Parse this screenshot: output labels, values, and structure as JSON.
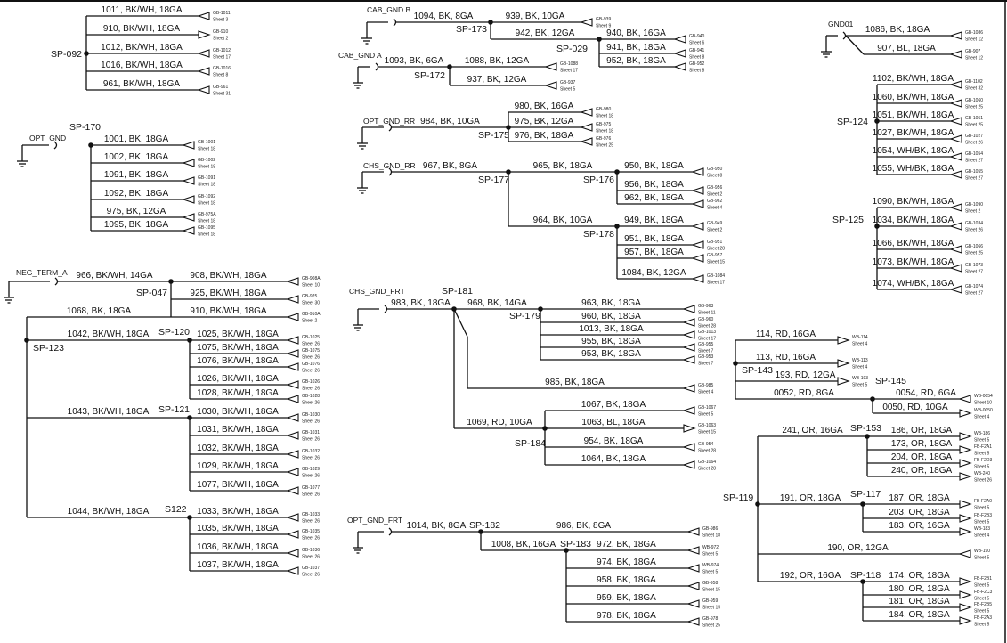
{
  "grounds": [
    "OPT_GND",
    "CAB_GND B",
    "CAB_GND A",
    "OPT_GND_RR",
    "CHS_GND_RR",
    "GND01",
    "NEG_TERM_A",
    "CHS_GND_FRT",
    "OPT_GND_FRT"
  ],
  "splices": [
    "SP-092",
    "SP-170",
    "SP-173",
    "SP-029",
    "SP-172",
    "SP-175",
    "SP-177",
    "SP-176",
    "SP-178",
    "SP-124",
    "SP-125",
    "SP-047",
    "SP-123",
    "SP-120",
    "SP-121",
    "S122",
    "SP-181",
    "SP-179",
    "SP-184",
    "SP-182",
    "SP-183",
    "SP-143",
    "SP-145",
    "SP-153",
    "SP-117",
    "SP-119",
    "SP-118"
  ],
  "wires": [
    {
      "label": "1011, BK/WH, 18GA",
      "conn": "GB-1011",
      "sheet": "Sheet 3",
      "dir": "in"
    },
    {
      "label": "910, BK/WH, 18GA",
      "conn": "GB-910",
      "sheet": "Sheet 2",
      "dir": "out"
    },
    {
      "label": "1012, BK/WH, 18GA",
      "conn": "GB-1012",
      "sheet": "Sheet 17",
      "dir": "in"
    },
    {
      "label": "1016, BK/WH, 18GA",
      "conn": "GB-1016",
      "sheet": "Sheet 8",
      "dir": "in"
    },
    {
      "label": "961, BK/WH, 18GA",
      "conn": "GB-961",
      "sheet": "Sheet 31",
      "dir": "in"
    },
    {
      "label": "1001, BK, 18GA",
      "conn": "GB-1001",
      "sheet": "Sheet 18",
      "dir": "in"
    },
    {
      "label": "1002, BK, 18GA",
      "conn": "GB-1002",
      "sheet": "Sheet 18",
      "dir": "in"
    },
    {
      "label": "1091, BK, 18GA",
      "conn": "GB-1091",
      "sheet": "Sheet 18",
      "dir": "in"
    },
    {
      "label": "1092, BK, 18GA",
      "conn": "GB-1092",
      "sheet": "Sheet 18",
      "dir": "in"
    },
    {
      "label": "975, BK, 12GA",
      "conn": "GB-975A",
      "sheet": "Sheet 18",
      "dir": "in"
    },
    {
      "label": "1095, BK, 18GA",
      "conn": "GB-1095",
      "sheet": "Sheet 18",
      "dir": "in"
    },
    {
      "label": "1094, BK, 8GA"
    },
    {
      "label": "939, BK, 10GA",
      "conn": "GB-939",
      "sheet": "Sheet 9",
      "dir": "in"
    },
    {
      "label": "942, BK, 12GA"
    },
    {
      "label": "940, BK, 16GA",
      "conn": "GB-940",
      "sheet": "Sheet 6",
      "dir": "in"
    },
    {
      "label": "941, BK, 18GA",
      "conn": "GB-941",
      "sheet": "Sheet 8",
      "dir": "in"
    },
    {
      "label": "952, BK, 18GA",
      "conn": "GB-952",
      "sheet": "Sheet 8",
      "dir": "in"
    },
    {
      "label": "1093, BK, 6GA"
    },
    {
      "label": "1088, BK, 12GA",
      "conn": "GB-1088",
      "sheet": "Sheet 17",
      "dir": "in"
    },
    {
      "label": "937, BK, 12GA",
      "conn": "GB-937",
      "sheet": "Sheet 5",
      "dir": "in"
    },
    {
      "label": "984, BK, 10GA"
    },
    {
      "label": "980, BK, 16GA",
      "conn": "GB-980",
      "sheet": "Sheet 18",
      "dir": "in"
    },
    {
      "label": "975, BK, 12GA",
      "conn": "GB-975",
      "sheet": "Sheet 18",
      "dir": "in"
    },
    {
      "label": "976, BK, 18GA",
      "conn": "GB-976",
      "sheet": "Sheet 25",
      "dir": "in"
    },
    {
      "label": "967, BK, 8GA"
    },
    {
      "label": "965, BK, 18GA"
    },
    {
      "label": "950, BK, 18GA",
      "conn": "GB-950",
      "sheet": "Sheet 8",
      "dir": "in"
    },
    {
      "label": "956, BK, 18GA",
      "conn": "GB-956",
      "sheet": "Sheet 2",
      "dir": "in"
    },
    {
      "label": "962, BK, 18GA",
      "conn": "GB-962",
      "sheet": "Sheet 4",
      "dir": "in"
    },
    {
      "label": "964, BK, 10GA"
    },
    {
      "label": "949, BK, 18GA",
      "conn": "GB-949",
      "sheet": "Sheet 2",
      "dir": "in"
    },
    {
      "label": "951, BK, 18GA",
      "conn": "GB-951",
      "sheet": "Sheet 28",
      "dir": "in"
    },
    {
      "label": "957, BK, 18GA",
      "conn": "GB-957",
      "sheet": "Sheet 15",
      "dir": "in"
    },
    {
      "label": "1084, BK, 12GA",
      "conn": "GB-1084",
      "sheet": "Sheet 17",
      "dir": "in"
    },
    {
      "label": "1086, BK, 18GA",
      "conn": "GB-1086",
      "sheet": "Sheet 12",
      "dir": "in"
    },
    {
      "label": "907, BL, 18GA",
      "conn": "GB-907",
      "sheet": "Sheet 12",
      "dir": "in"
    },
    {
      "label": "1102, BK/WH, 18GA",
      "conn": "GB-1102",
      "sheet": "Sheet 32",
      "dir": "in"
    },
    {
      "label": "1060, BK/WH, 18GA",
      "conn": "GB-1060",
      "sheet": "Sheet 25",
      "dir": "in"
    },
    {
      "label": "1051, BK/WH, 18GA",
      "conn": "GB-1051",
      "sheet": "Sheet 25",
      "dir": "in"
    },
    {
      "label": "1027, BK/WH, 18GA",
      "conn": "GB-1027",
      "sheet": "Sheet 26",
      "dir": "in"
    },
    {
      "label": "1054, WH/BK, 18GA",
      "conn": "GB-1054",
      "sheet": "Sheet 27",
      "dir": "in"
    },
    {
      "label": "1055, WH/BK, 18GA",
      "conn": "GB-1055",
      "sheet": "Sheet 27",
      "dir": "in"
    },
    {
      "label": "1090, BK/WH, 18GA",
      "conn": "GB-1090",
      "sheet": "Sheet 2",
      "dir": "in"
    },
    {
      "label": "1034, BK/WH, 18GA",
      "conn": "GB-1034",
      "sheet": "Sheet 26",
      "dir": "in"
    },
    {
      "label": "1066, BK/WH, 18GA",
      "conn": "GB-1066",
      "sheet": "Sheet 25",
      "dir": "in"
    },
    {
      "label": "1073, BK/WH, 18GA",
      "conn": "GB-1073",
      "sheet": "Sheet 27",
      "dir": "in"
    },
    {
      "label": "1074, WH/BK, 18GA",
      "conn": "GB-1074",
      "sheet": "Sheet 27",
      "dir": "in"
    },
    {
      "label": "966, BK/WH, 14GA"
    },
    {
      "label": "908, BK/WH, 18GA",
      "conn": "GB-908A",
      "sheet": "Sheet 10",
      "dir": "in"
    },
    {
      "label": "925, BK/WH, 18GA",
      "conn": "GB-925",
      "sheet": "Sheet 30",
      "dir": "in"
    },
    {
      "label": "910, BK/WH, 18GA",
      "conn": "GB-910A",
      "sheet": "Sheet 2",
      "dir": "in"
    },
    {
      "label": "1068, BK, 18GA"
    },
    {
      "label": "1042, BK/WH, 18GA"
    },
    {
      "label": "1025, BK/WH, 18GA",
      "conn": "GB-1025",
      "sheet": "Sheet 26",
      "dir": "in"
    },
    {
      "label": "1075, BK/WH, 18GA",
      "conn": "GB-1075",
      "sheet": "Sheet 26",
      "dir": "in"
    },
    {
      "label": "1076, BK/WH, 18GA",
      "conn": "GB-1076",
      "sheet": "Sheet 26",
      "dir": "in"
    },
    {
      "label": "1026, BK/WH, 18GA",
      "conn": "GB-1026",
      "sheet": "Sheet 26",
      "dir": "in"
    },
    {
      "label": "1028, BK/WH, 18GA",
      "conn": "GB-1028",
      "sheet": "Sheet 26",
      "dir": "in"
    },
    {
      "label": "1043, BK/WH, 18GA"
    },
    {
      "label": "1030, BK/WH, 18GA",
      "conn": "GB-1030",
      "sheet": "Sheet 26",
      "dir": "in"
    },
    {
      "label": "1031, BK/WH, 18GA",
      "conn": "GB-1031",
      "sheet": "Sheet 26",
      "dir": "in"
    },
    {
      "label": "1032, BK/WH, 18GA",
      "conn": "GB-1032",
      "sheet": "Sheet 26",
      "dir": "in"
    },
    {
      "label": "1029, BK/WH, 18GA",
      "conn": "GB-1029",
      "sheet": "Sheet 26",
      "dir": "in"
    },
    {
      "label": "1077, BK/WH, 18GA",
      "conn": "GB-1077",
      "sheet": "Sheet 26",
      "dir": "in"
    },
    {
      "label": "1044, BK/WH, 18GA"
    },
    {
      "label": "1033, BK/WH, 18GA",
      "conn": "GB-1033",
      "sheet": "Sheet 26",
      "dir": "in"
    },
    {
      "label": "1035, BK/WH, 18GA",
      "conn": "GB-1035",
      "sheet": "Sheet 26",
      "dir": "in"
    },
    {
      "label": "1036, BK/WH, 18GA",
      "conn": "GB-1036",
      "sheet": "Sheet 26",
      "dir": "in"
    },
    {
      "label": "1037, BK/WH, 18GA",
      "conn": "GB-1037",
      "sheet": "Sheet 26",
      "dir": "in"
    },
    {
      "label": "983, BK, 18GA"
    },
    {
      "label": "968, BK, 14GA"
    },
    {
      "label": "963, BK, 18GA",
      "conn": "GB-963",
      "sheet": "Sheet 11",
      "dir": "in"
    },
    {
      "label": "960, BK, 18GA",
      "conn": "GB-960",
      "sheet": "Sheet 28",
      "dir": "in"
    },
    {
      "label": "1013, BK, 18GA",
      "conn": "GB-1013",
      "sheet": "Sheet 17",
      "dir": "in"
    },
    {
      "label": "955, BK, 18GA",
      "conn": "GB-955",
      "sheet": "Sheet 7",
      "dir": "in"
    },
    {
      "label": "953, BK, 18GA",
      "conn": "GB-953",
      "sheet": "Sheet 7",
      "dir": "in"
    },
    {
      "label": "985, BK, 18GA",
      "conn": "GB-985",
      "sheet": "Sheet 4",
      "dir": "in"
    },
    {
      "label": "1069, RD, 10GA"
    },
    {
      "label": "1067, BK, 18GA",
      "conn": "GB-1067",
      "sheet": "Sheet 5",
      "dir": "in"
    },
    {
      "label": "1063, BL, 18GA",
      "conn": "GB-1063",
      "sheet": "Sheet 15",
      "dir": "out"
    },
    {
      "label": "954, BK, 18GA",
      "conn": "GB-954",
      "sheet": "Sheet 28",
      "dir": "in"
    },
    {
      "label": "1064, BK, 18GA",
      "conn": "GB-1064",
      "sheet": "Sheet 28",
      "dir": "in"
    },
    {
      "label": "1014, BK, 8GA"
    },
    {
      "label": "986, BK, 8GA",
      "conn": "GB-986",
      "sheet": "Sheet 18",
      "dir": "in"
    },
    {
      "label": "1008, BK, 16GA"
    },
    {
      "label": "972, BK, 18GA",
      "conn": "WB-972",
      "sheet": "Sheet 5",
      "dir": "in"
    },
    {
      "label": "974, BK, 18GA",
      "conn": "WB-974",
      "sheet": "Sheet 5",
      "dir": "in"
    },
    {
      "label": "958, BK, 18GA",
      "conn": "GB-958",
      "sheet": "Sheet 15",
      "dir": "in"
    },
    {
      "label": "959, BK, 18GA",
      "conn": "GB-959",
      "sheet": "Sheet 15",
      "dir": "in"
    },
    {
      "label": "978, BK, 18GA",
      "conn": "GB-978",
      "sheet": "Sheet 25",
      "dir": "in"
    },
    {
      "label": "114, RD, 16GA",
      "conn": "WB-114",
      "sheet": "Sheet 4",
      "dir": "out"
    },
    {
      "label": "113, RD, 16GA",
      "conn": "WB-113",
      "sheet": "Sheet 4",
      "dir": "out"
    },
    {
      "label": "193, RD, 12GA",
      "conn": "WB-193",
      "sheet": "Sheet 5",
      "dir": "out"
    },
    {
      "label": "0052, RD, 8GA"
    },
    {
      "label": "0054, RD, 6GA",
      "conn": "WB-0054",
      "sheet": "Sheet 10",
      "dir": "in"
    },
    {
      "label": "0050, RD, 10GA",
      "conn": "WB-0050",
      "sheet": "Sheet 4",
      "dir": "out"
    },
    {
      "label": "241, OR, 16GA"
    },
    {
      "label": "186, OR, 18GA",
      "conn": "WB-186",
      "sheet": "Sheet 5",
      "dir": "out"
    },
    {
      "label": "173, OR, 18GA",
      "conn": "FB-F2A1",
      "sheet": "Sheet 5",
      "dir": "out"
    },
    {
      "label": "204, OR, 18GA",
      "conn": "FB-F2D3",
      "sheet": "Sheet 5",
      "dir": "out"
    },
    {
      "label": "240, OR, 18GA",
      "conn": "WB-240",
      "sheet": "Sheet 26",
      "dir": "out"
    },
    {
      "label": "191, OR, 18GA"
    },
    {
      "label": "187, OR, 18GA",
      "conn": "FB-F2A0",
      "sheet": "Sheet 5",
      "dir": "out"
    },
    {
      "label": "203, OR, 18GA",
      "conn": "FB-F2B3",
      "sheet": "Sheet 5",
      "dir": "out"
    },
    {
      "label": "183, OR, 16GA",
      "conn": "WB-183",
      "sheet": "Sheet 4",
      "dir": "out"
    },
    {
      "label": "190, OR, 12GA",
      "conn": "WB-190",
      "sheet": "Sheet 5",
      "dir": "in"
    },
    {
      "label": "192, OR, 16GA"
    },
    {
      "label": "174, OR, 18GA",
      "conn": "FB-F2B1",
      "sheet": "Sheet 5",
      "dir": "out"
    },
    {
      "label": "180, OR, 18GA",
      "conn": "FB-F2C3",
      "sheet": "Sheet 5",
      "dir": "out"
    },
    {
      "label": "181, OR, 18GA",
      "conn": "FB-F2B5",
      "sheet": "Sheet 5",
      "dir": "out"
    },
    {
      "label": "184, OR, 18GA",
      "conn": "FB-F2A3",
      "sheet": "Sheet 5",
      "dir": "out"
    }
  ]
}
